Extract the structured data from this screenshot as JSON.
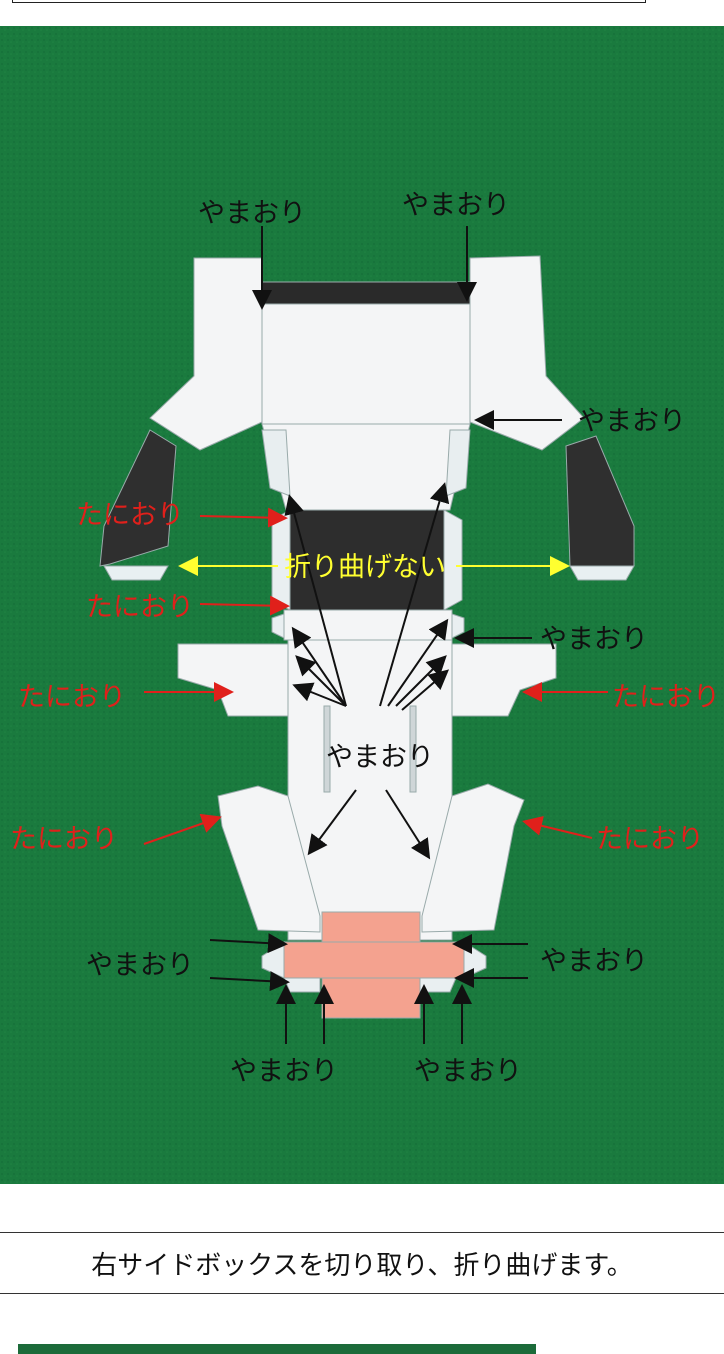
{
  "labels": {
    "mountain_fold": "やまおり",
    "valley_fold": "たにおり",
    "no_fold": "折り曲げない"
  },
  "caption": "右サイドボックスを切り取り、折り曲げます。",
  "colors": {
    "felt_green": "#1a7a3e",
    "paper_white": "#f4f5f6",
    "dark_panel": "#2e2e2e",
    "pink_panel": "#f4a28f",
    "valley_red": "#e0201b",
    "no_fold_yellow": "#ffff30",
    "mountain_black": "#111111"
  }
}
